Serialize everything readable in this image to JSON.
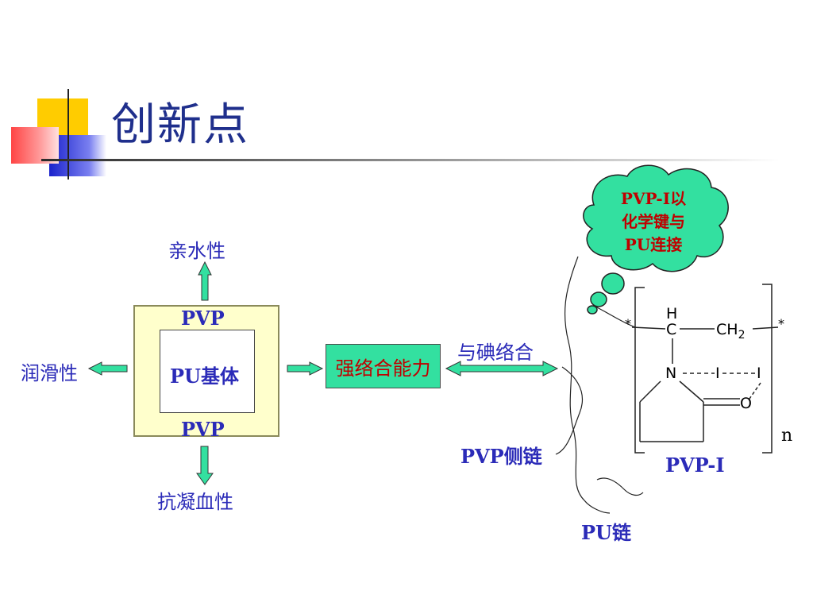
{
  "slide": {
    "title": "创新点"
  },
  "diagram": {
    "center_outer_top": "PVP",
    "center_outer_bottom": "PVP",
    "center_inner": "PU基体",
    "top_property": "亲水性",
    "left_property": "润滑性",
    "bottom_property": "抗凝血性",
    "green_box": "强络合能力",
    "arrow_label": "与碘络合",
    "side_chain_label": "PVP侧链",
    "main_chain_label": "PU链",
    "bubble_lines": [
      "PVP-I以",
      "化学键与",
      "PU连接"
    ],
    "pvpi_label": "PVP-I"
  },
  "chem": {
    "h": "H",
    "c": "C",
    "ch2_main": "CH",
    "ch2_sub": "2",
    "n": "N",
    "i1": "I",
    "i2": "I",
    "o": "O",
    "star_left": "*",
    "star_right": "*",
    "repeat_n": "n"
  },
  "colors": {
    "title": "#1f2f8c",
    "label_blue": "#2b2bb8",
    "accent_red": "#c00000",
    "green": "#33e0a0",
    "arrow_green": "#33e0a0",
    "pvp_box": "#ffffcc"
  }
}
